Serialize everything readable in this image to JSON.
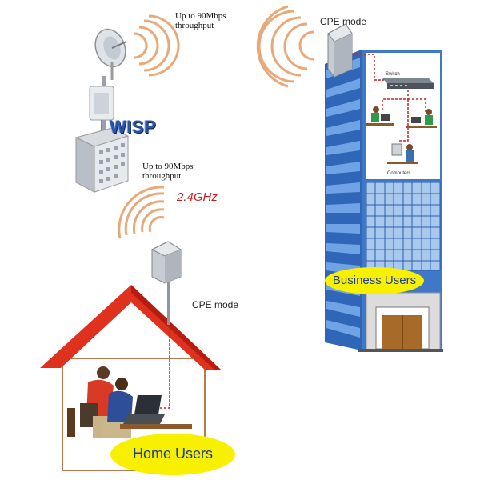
{
  "labels": {
    "throughput_top": [
      "Up to 90Mbps",
      "throughput"
    ],
    "throughput_mid": [
      "Up to 90Mbps",
      "throughput"
    ],
    "frequency": "2.4GHz",
    "wisp": "WISP",
    "cpe_mode_business": "CPE mode",
    "cpe_mode_home": "CPE mode",
    "business_users": "Business Users",
    "home_users": "Home Users",
    "switch": "Switch",
    "computers": "Computers"
  },
  "colors": {
    "wave": "#e8a878",
    "roof": "#e0301e",
    "building_blue": "#3f78c6",
    "ellipse_fill": "#f7f000",
    "dashed_link": "#d02020"
  }
}
